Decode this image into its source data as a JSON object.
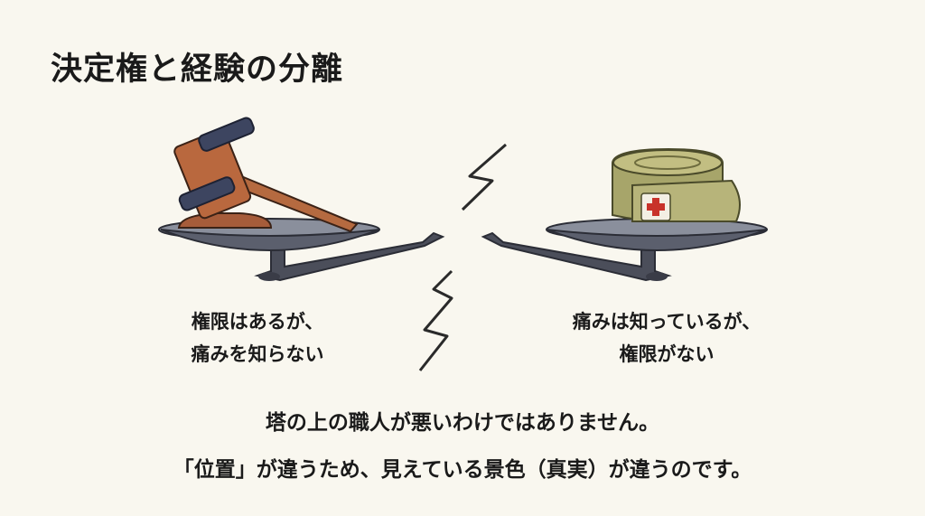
{
  "title": "決定権と経験の分離",
  "left": {
    "icon": "gavel-icon",
    "caption_lines": [
      "権限はあるが、",
      "痛みを知らない"
    ]
  },
  "right": {
    "icon": "bandage-icon",
    "caption_lines": [
      "痛みは知っているが、",
      "権限がない"
    ]
  },
  "message_lines": [
    "塔の上の職人が悪いわけではありません。",
    "「位置」が違うため、見えている景色（真実）が違うのです。"
  ]
}
